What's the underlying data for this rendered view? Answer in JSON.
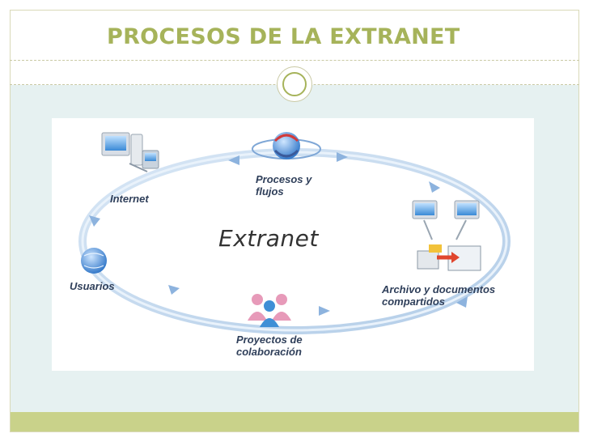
{
  "slide": {
    "title": "PROCESOS DE LA EXTRANET"
  },
  "diagram": {
    "center_label": "Extranet",
    "nodes": [
      {
        "id": "internet",
        "label": "Internet",
        "icon": "computer-network-icon"
      },
      {
        "id": "procesos",
        "label_line1": "Procesos y",
        "label_line2": "flujos",
        "icon": "globe-cycle-icon"
      },
      {
        "id": "archivo",
        "label_line1": "Archivo y documentos",
        "label_line2": "compartidos",
        "icon": "shared-files-icon"
      },
      {
        "id": "proyectos",
        "label_line1": "Proyectos de",
        "label_line2": "colaboración",
        "icon": "people-group-icon"
      },
      {
        "id": "usuarios",
        "label": "Usuarios",
        "icon": "globe-icon"
      }
    ],
    "colors": {
      "ring": "#b9d3ec",
      "arrow": "#8db3de",
      "accent": "#a6b35a"
    }
  }
}
